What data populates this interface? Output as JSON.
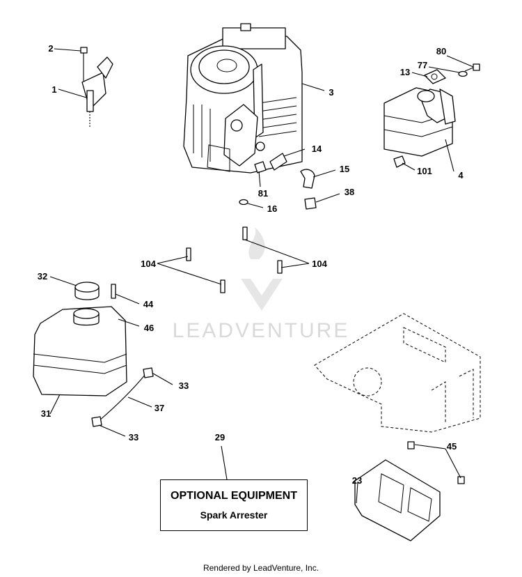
{
  "watermark": {
    "brand": "LEADVENTURE"
  },
  "callouts": {
    "c1": "1",
    "c2": "2",
    "c3": "3",
    "c4": "4",
    "c13": "13",
    "c14": "14",
    "c15": "15",
    "c16": "16",
    "c23": "23",
    "c29": "29",
    "c31": "31",
    "c32": "32",
    "c33a": "33",
    "c33b": "33",
    "c37": "37",
    "c38": "38",
    "c44": "44",
    "c45": "45",
    "c46": "46",
    "c77": "77",
    "c80": "80",
    "c81": "81",
    "c101": "101",
    "c104a": "104",
    "c104b": "104"
  },
  "optional_box": {
    "title": "OPTIONAL EQUIPMENT",
    "subtitle": "Spark Arrester"
  },
  "footer": {
    "text": "Rendered by LeadVenture, Inc."
  }
}
